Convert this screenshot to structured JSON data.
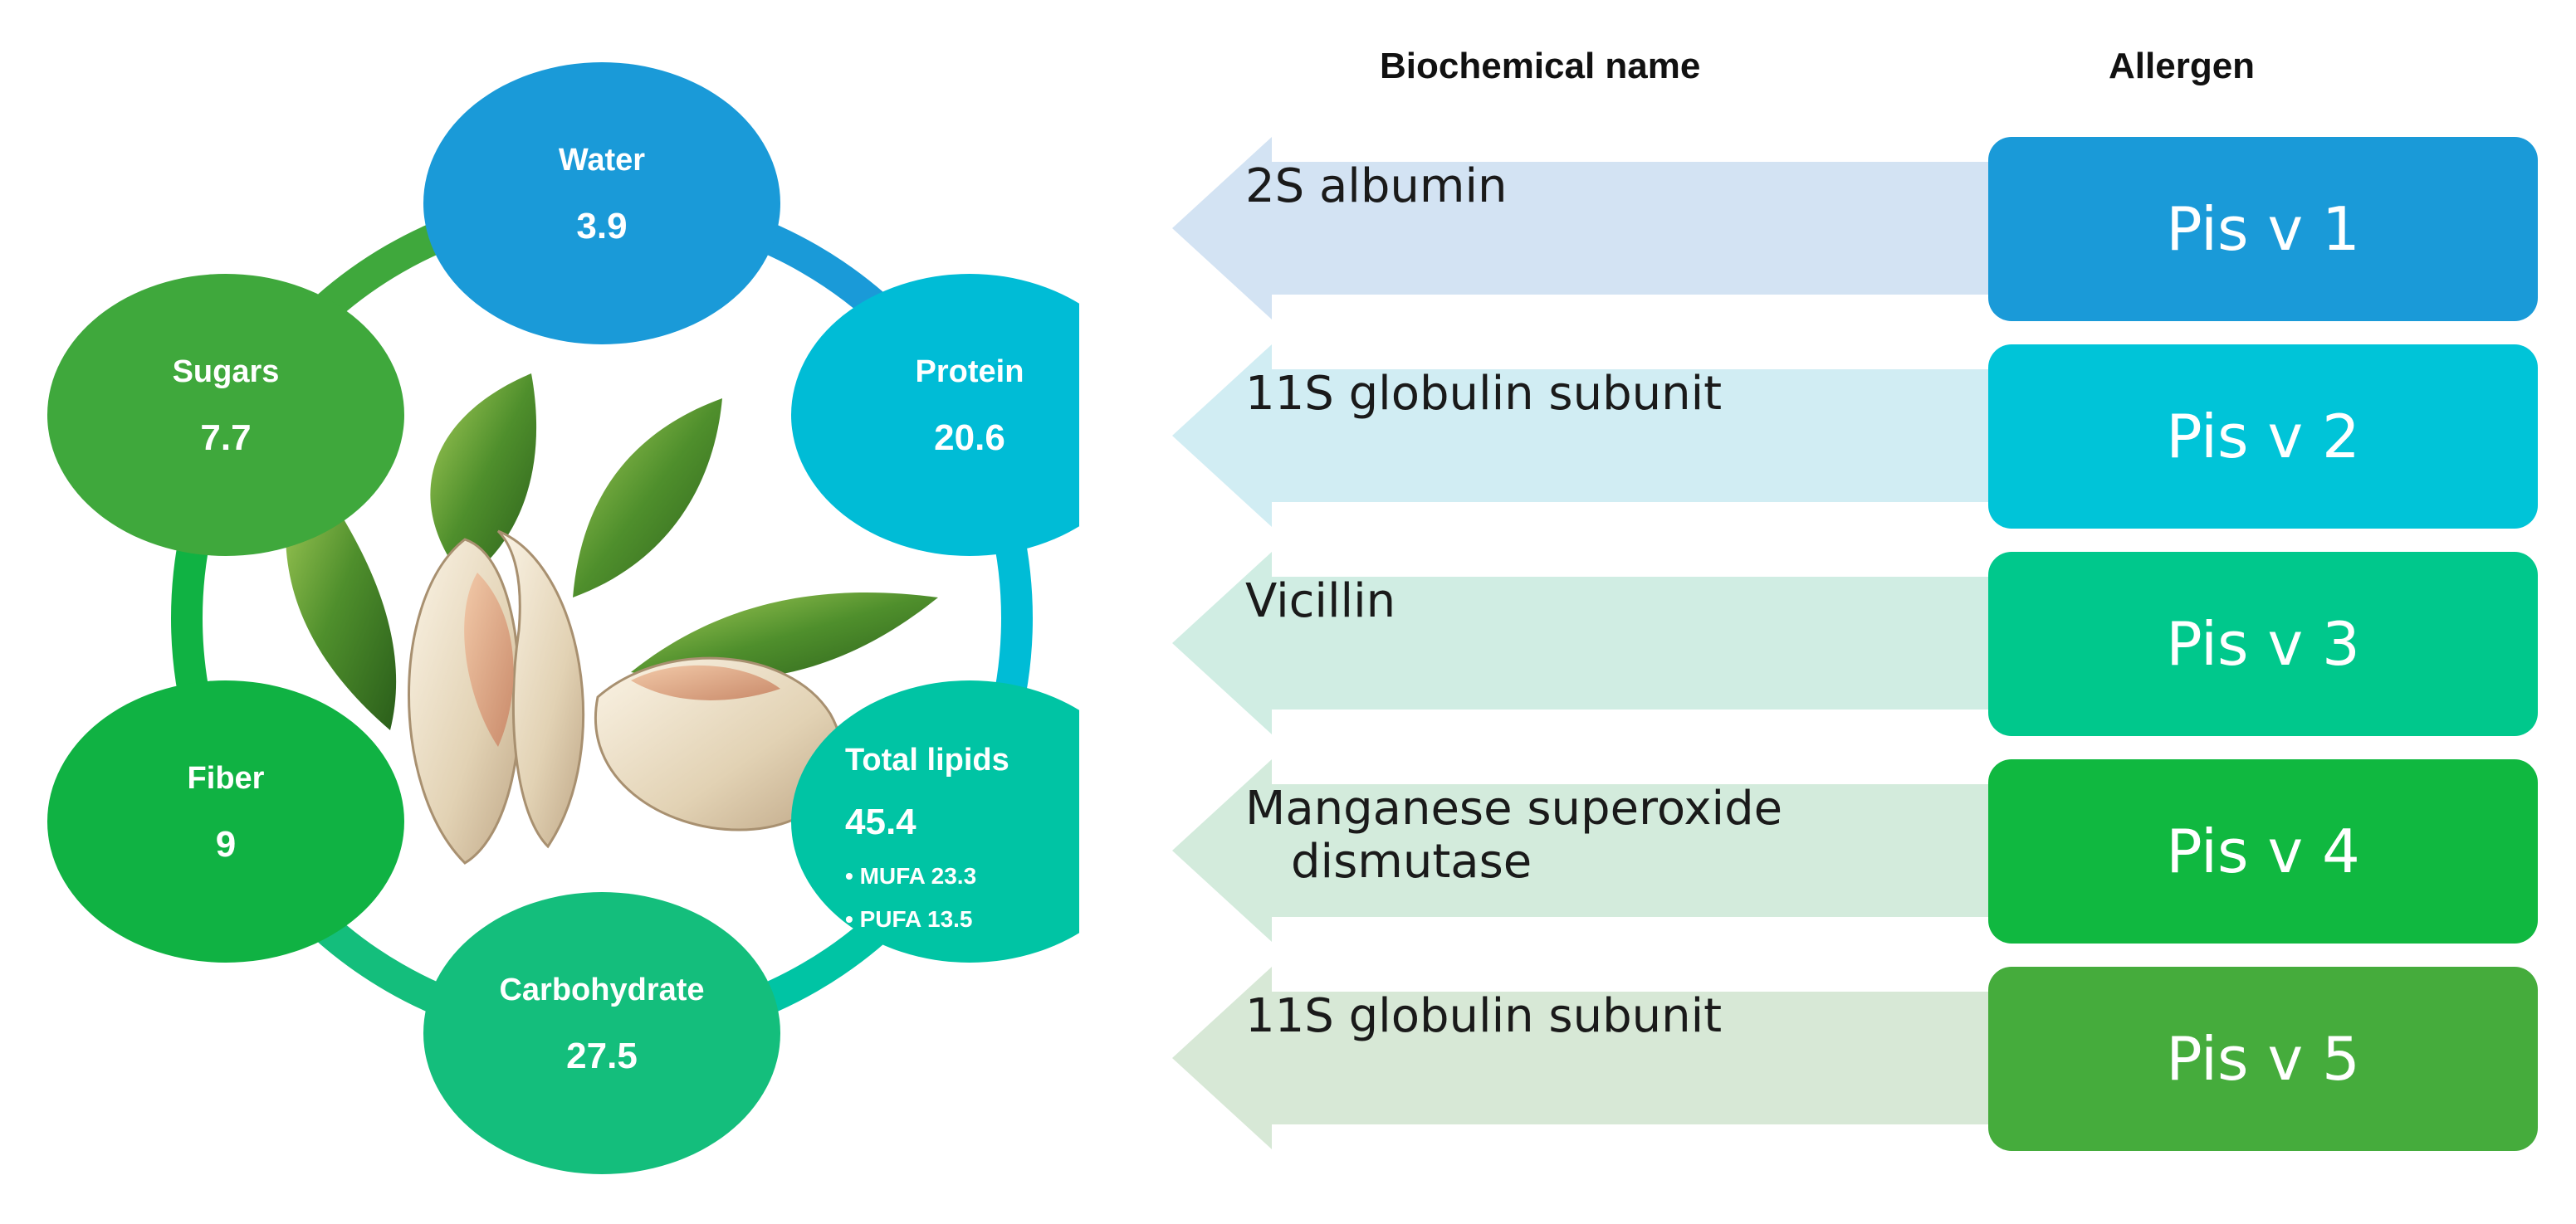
{
  "headers": {
    "biochemical": "Biochemical name",
    "allergen": "Allergen"
  },
  "composition": [
    {
      "key": "water",
      "label": "Water",
      "value": "3.9",
      "color": "#1a9ad8"
    },
    {
      "key": "protein",
      "label": "Protein",
      "value": "20.6",
      "color": "#00bcd6"
    },
    {
      "key": "lipids",
      "label": "Total  lipids",
      "value": "45.4",
      "color": "#00c4a4",
      "sub": [
        "• MUFA 23.3",
        "• PUFA  13.5"
      ]
    },
    {
      "key": "carbohydrate",
      "label": "Carbohydrate",
      "value": "27.5",
      "color": "#14be7c"
    },
    {
      "key": "fiber",
      "label": "Fiber",
      "value": "9",
      "color": "#10b243"
    },
    {
      "key": "sugars",
      "label": "Sugars",
      "value": "7.7",
      "color": "#3fa83c"
    }
  ],
  "ring_colors": [
    "#1a9ad8",
    "#00bcd6",
    "#00c4a4",
    "#14be7c",
    "#10b243",
    "#3fa83c"
  ],
  "allergens": [
    {
      "name": "Pis v 1",
      "biochemical": [
        "2S albumin"
      ],
      "box_color": "#1a9ad8",
      "arrow_color": "#d3e3f3"
    },
    {
      "name": "Pis v 2",
      "biochemical": [
        "11S globulin subunit"
      ],
      "box_color": "#00c4d8",
      "arrow_color": "#d1edf3"
    },
    {
      "name": "Pis v 3",
      "biochemical": [
        "Vicillin"
      ],
      "box_color": "#00c88c",
      "arrow_color": "#d0ede3"
    },
    {
      "name": "Pis v 4",
      "biochemical": [
        "Manganese superoxide",
        "dismutase"
      ],
      "box_color": "#10b840",
      "arrow_color": "#d3ebdc"
    },
    {
      "name": "Pis v 5",
      "biochemical": [
        "11S globulin subunit"
      ],
      "box_color": "#45ac3c",
      "arrow_color": "#d7e8d6"
    }
  ]
}
